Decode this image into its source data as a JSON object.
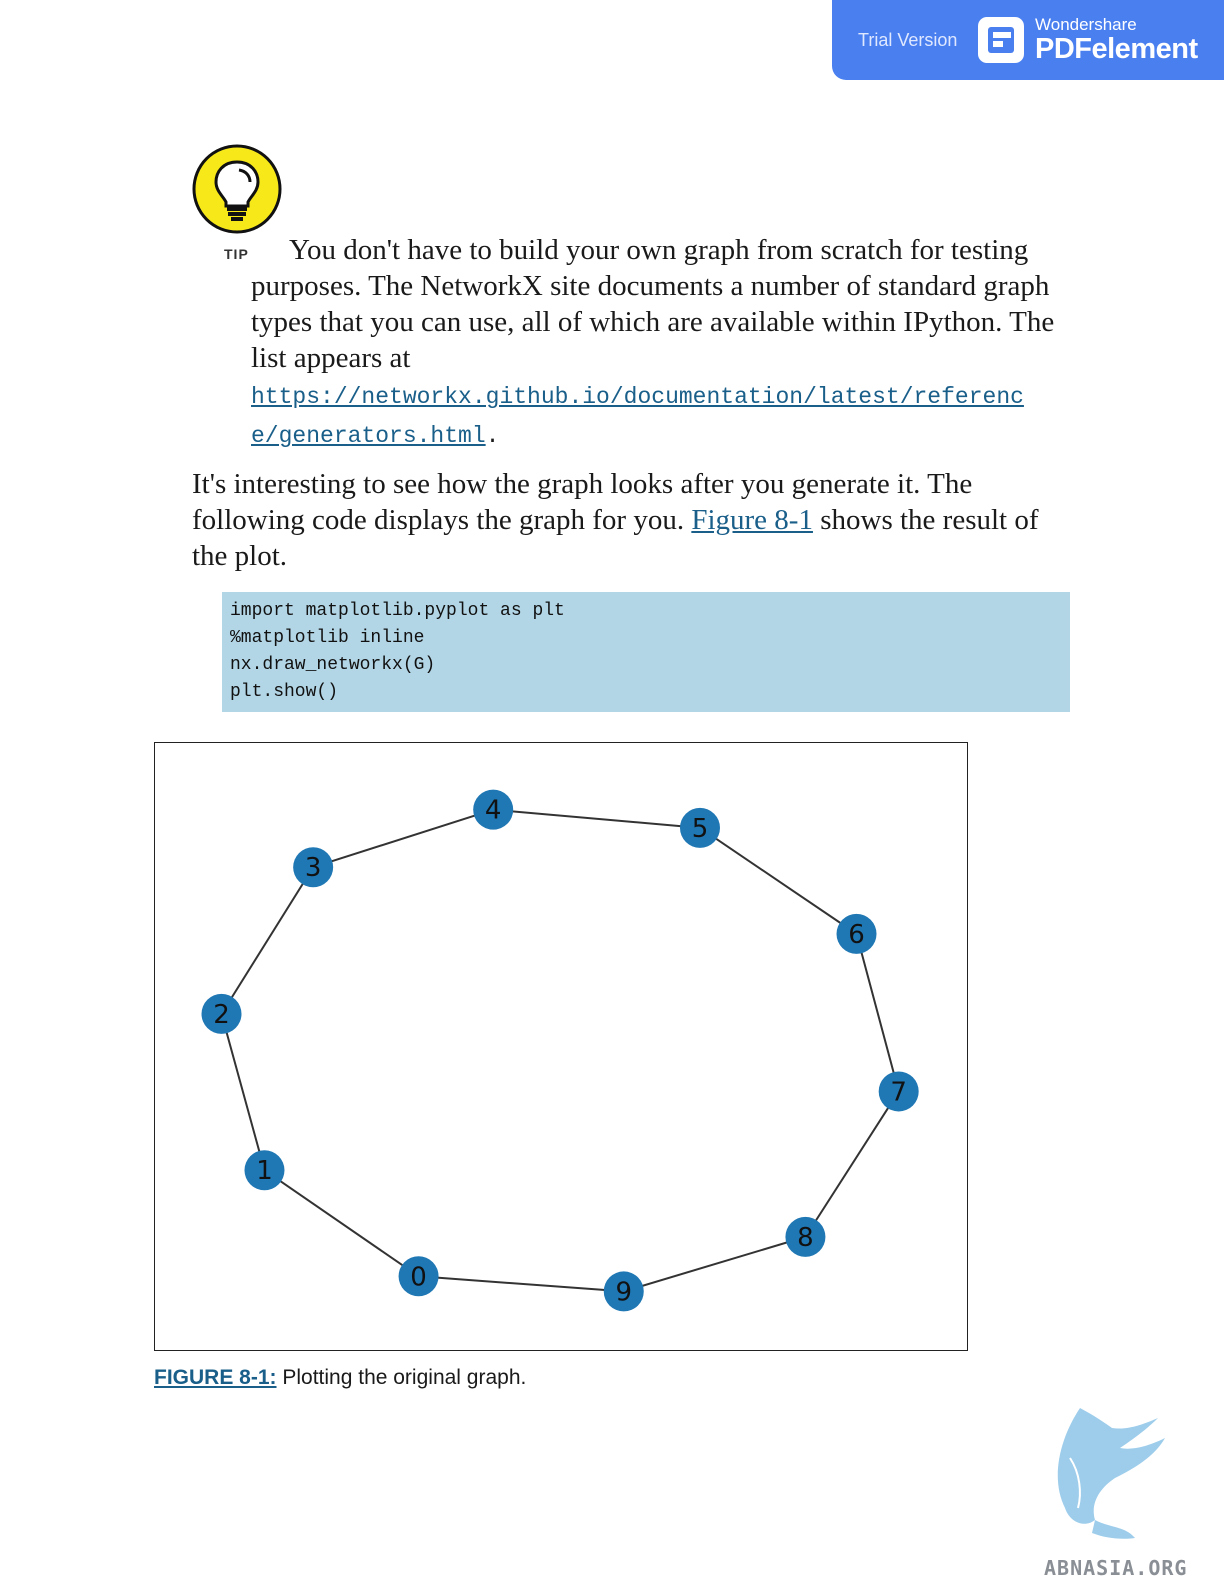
{
  "banner": {
    "trial_label": "Trial Version",
    "brand_small": "Wondershare",
    "brand_big": "PDFelement",
    "color": "#4a7ff0"
  },
  "tip": {
    "icon": "lightbulb-icon",
    "label": "TIP",
    "text": "You don't have to build your own graph from scratch for testing purposes. The NetworkX site documents a number of standard graph types that you can use, all of which are available within IPython. The list appears at",
    "link_line1": "https://networkx.github.io/documentation/latest/referenc",
    "link_line2": "e/generators.html",
    "link_suffix": "."
  },
  "paragraph": {
    "text_before": "It's interesting to see how the graph looks after you generate it. The following code displays the graph for you.",
    "figure_ref": "Figure 8-1",
    "text_after": " shows the result of the plot."
  },
  "code": {
    "lines": [
      "import matplotlib.pyplot as plt",
      "%matplotlib inline",
      "nx.draw_networkx(G)",
      "plt.show()"
    ]
  },
  "chart_data": {
    "type": "network",
    "node_color": "#1f77b4",
    "edge_color": "#333333",
    "nodes": [
      {
        "id": "0",
        "x": 0.325,
        "y": 0.12
      },
      {
        "id": "1",
        "x": 0.135,
        "y": 0.295
      },
      {
        "id": "2",
        "x": 0.082,
        "y": 0.553
      },
      {
        "id": "3",
        "x": 0.195,
        "y": 0.795
      },
      {
        "id": "4",
        "x": 0.417,
        "y": 0.89
      },
      {
        "id": "5",
        "x": 0.672,
        "y": 0.86
      },
      {
        "id": "6",
        "x": 0.865,
        "y": 0.685
      },
      {
        "id": "7",
        "x": 0.917,
        "y": 0.425
      },
      {
        "id": "8",
        "x": 0.802,
        "y": 0.185
      },
      {
        "id": "9",
        "x": 0.578,
        "y": 0.095
      }
    ],
    "edges": [
      [
        "0",
        "1"
      ],
      [
        "1",
        "2"
      ],
      [
        "2",
        "3"
      ],
      [
        "3",
        "4"
      ],
      [
        "4",
        "5"
      ],
      [
        "5",
        "6"
      ],
      [
        "6",
        "7"
      ],
      [
        "7",
        "8"
      ],
      [
        "8",
        "9"
      ],
      [
        "9",
        "0"
      ]
    ]
  },
  "caption": {
    "ref": "FIGURE 8-1:",
    "text": " Plotting the original graph."
  },
  "watermark": {
    "text": "ABNASIA.ORG"
  }
}
